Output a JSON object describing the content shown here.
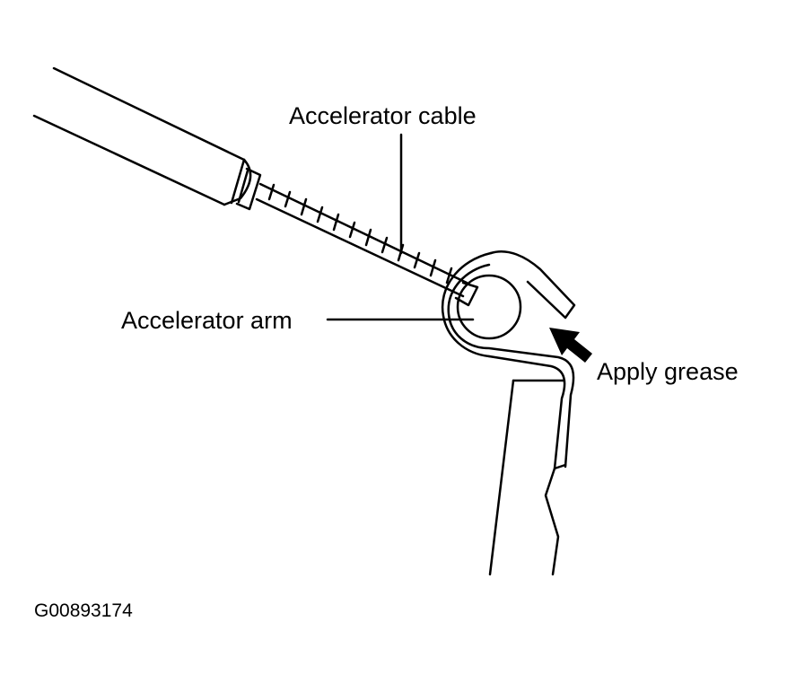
{
  "labels": {
    "accelerator_cable": "Accelerator cable",
    "accelerator_arm": "Accelerator arm",
    "apply_grease": "Apply grease"
  },
  "figure_code": "G00893174",
  "colors": {
    "line": "#000000",
    "background": "#ffffff"
  }
}
